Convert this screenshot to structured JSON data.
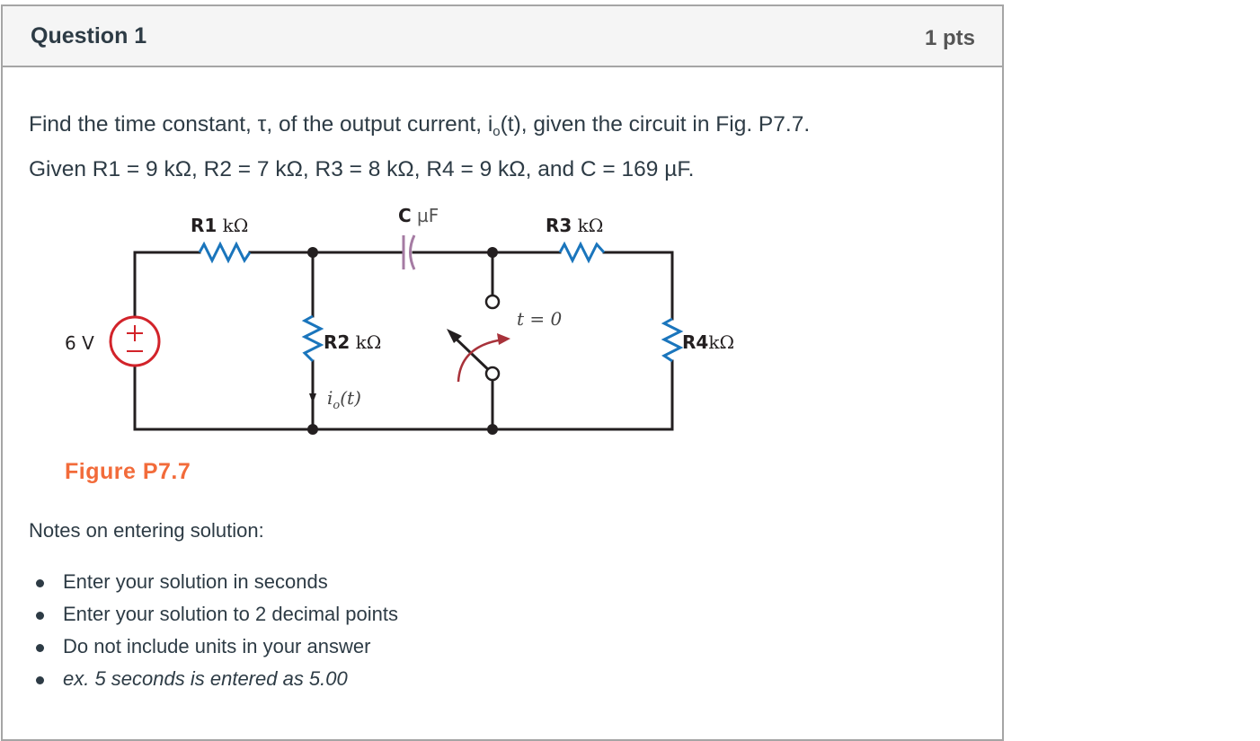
{
  "question": {
    "title": "Question 1",
    "points": "1 pts",
    "text_line1_pre": "Find the time constant, τ, of the output current, i",
    "text_line1_sub": "o",
    "text_line1_post": "(t), given the circuit in Fig. P7.7.",
    "text_line2": "Given R1 = 9 kΩ, R2 = 7 kΩ, R3 = 8 kΩ, R4 = 9 kΩ, and C = 169 µF."
  },
  "figure": {
    "caption": "Figure P7.7",
    "labels": {
      "source": "6 V",
      "source_plus": "+",
      "source_minus": "−",
      "r1_name": "R1",
      "r1_unit": " kΩ",
      "r2_name": "R2",
      "r2_unit": " kΩ",
      "r3_name": "R3",
      "r3_unit": " kΩ",
      "r4_name": "R4",
      "r4_unit": "kΩ",
      "c_name": "C",
      "c_unit": " µF",
      "switch_time": "t = 0",
      "current_label_i": "i",
      "current_label_sub": "o",
      "current_label_t": "(t)"
    },
    "colors": {
      "wire": "#231f20",
      "resistor": "#1a75bc",
      "capacitor": "#a57ba3",
      "source": "#d2232a",
      "switch_arrow": "#a8323a",
      "caption": "#f26b3a"
    }
  },
  "notes": {
    "title": "Notes on entering solution:",
    "items": [
      "Enter your solution in seconds",
      "Enter your solution to 2 decimal points",
      "Do not include units in your answer",
      "ex. 5 seconds is entered as 5.00"
    ]
  }
}
